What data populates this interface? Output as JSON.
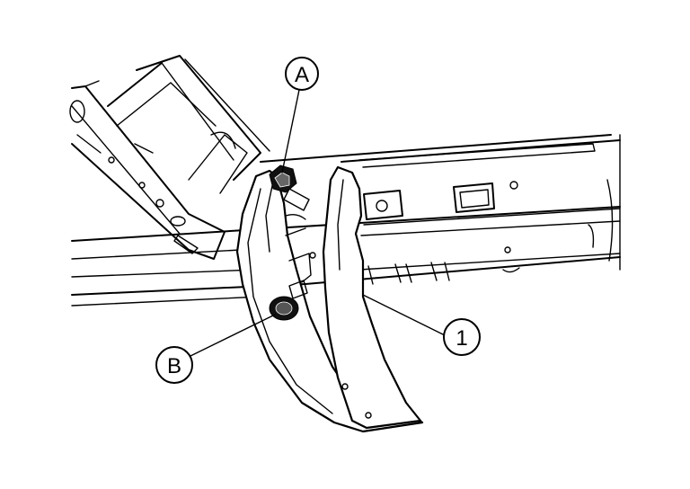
{
  "callouts": {
    "a": "A",
    "b": "B",
    "one": "1"
  }
}
